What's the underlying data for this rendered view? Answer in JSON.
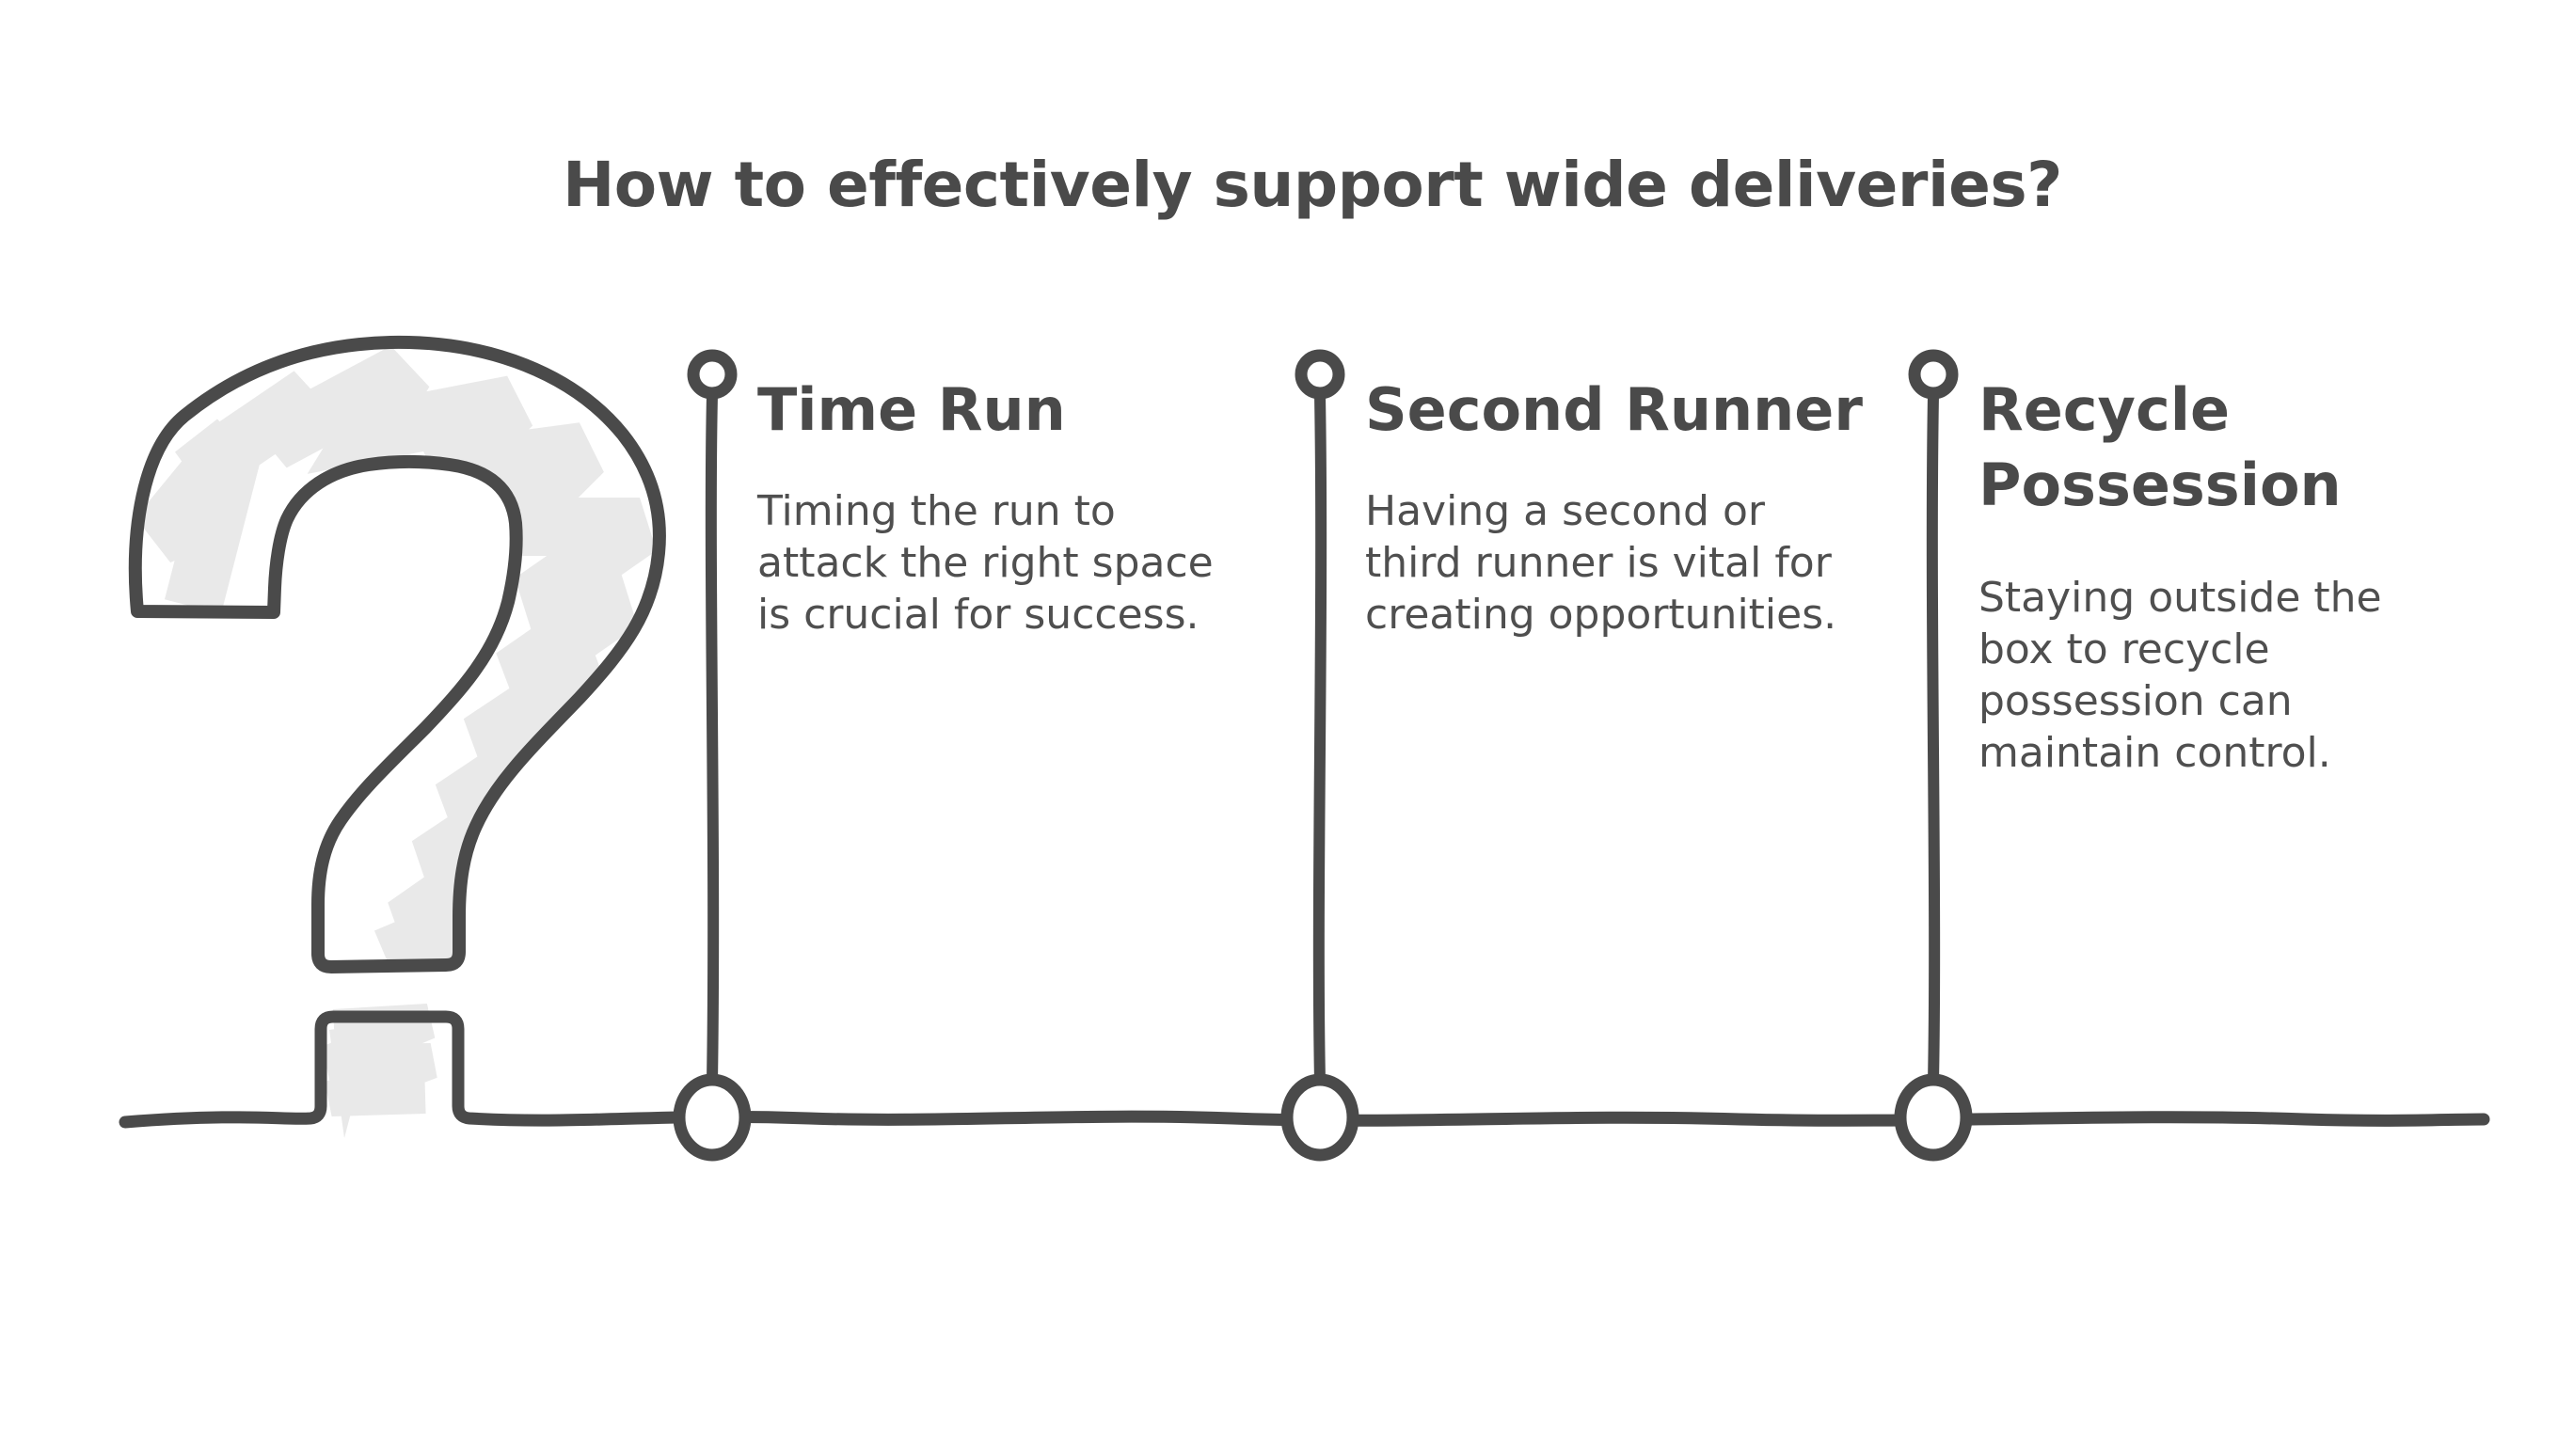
{
  "title": "How to effectively support wide deliveries?",
  "colors": {
    "ink": "#4a4a4a",
    "paper": "#ffffff",
    "scribble_fill": "#e9e9e9"
  },
  "decoration": {
    "left_icon": "hand-drawn question mark with scribble fill crossing the timeline"
  },
  "timeline": {
    "node_count": 3,
    "style": "horizontal sketched line with open circle nodes and vertical stems topped by small rings"
  },
  "items": [
    {
      "heading": "Time Run",
      "body": "Timing the run to\nattack the right space\nis crucial for success."
    },
    {
      "heading": "Second Runner",
      "body": "Having a second or\nthird runner is vital for\ncreating opportunities."
    },
    {
      "heading": "Recycle\nPossession",
      "body": "Staying outside the\nbox to recycle\npossession can\nmaintain control."
    }
  ]
}
